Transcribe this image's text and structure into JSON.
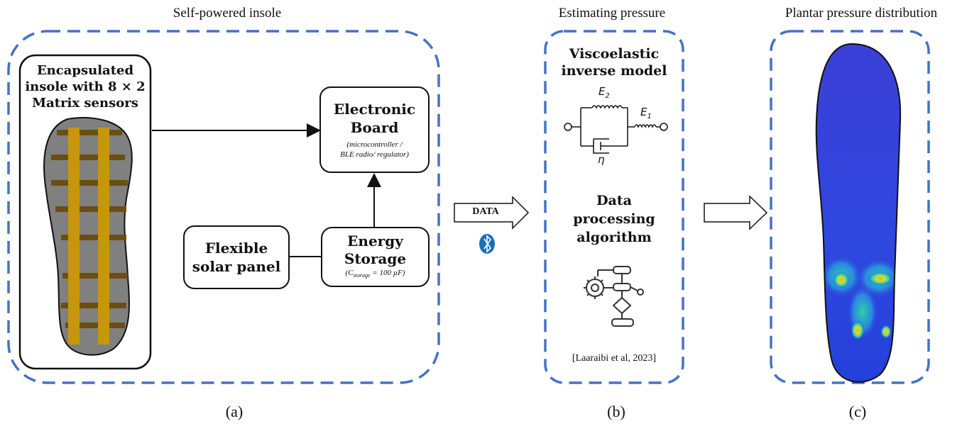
{
  "sections": {
    "a": {
      "title": "Self-powered insole",
      "label": "(a)"
    },
    "b": {
      "title": "Estimating pressure",
      "label": "(b)"
    },
    "c": {
      "title": "Plantar pressure distribution",
      "label": "(c)"
    }
  },
  "insole_box": {
    "text_line1": "Encapsulated",
    "text_line2": "insole with 8 × 2",
    "text_line3": "Matrix sensors"
  },
  "electronic_board": {
    "line1": "Electronic",
    "line2": "Board",
    "sub1": "(microcontroller /",
    "sub2": "BLE radio/ regulator)"
  },
  "solar_panel": {
    "line1": "Flexible",
    "line2": "solar panel"
  },
  "energy_storage": {
    "line1": "Energy",
    "line2": "Storage",
    "sub_prefix": "(C",
    "sub_subscript": "storage",
    "sub_suffix": " = 100 µF)"
  },
  "data_arrow": {
    "label": "DATA"
  },
  "panel_b": {
    "model_line1": "Viscoelastic",
    "model_line2": "inverse model",
    "e2": "E",
    "e2_sub": "2",
    "e1": "E",
    "e1_sub": "1",
    "eta": "η",
    "algo_line1": "Data",
    "algo_line2": "processing",
    "algo_line3": "algorithm",
    "reference": "[Laaraibi et al, 2023]"
  },
  "colors": {
    "dashed_border": "#4472c4",
    "sensor_strip": "#c8960c",
    "sensor_band": "#6b4e16",
    "insole_gray": "#808080",
    "bluetooth": "#1f6fb5",
    "heat_low": "#2a3ad8",
    "heat_high": "#f5c518"
  },
  "icons": [
    "bluetooth-icon",
    "gear-icon",
    "flowchart-icon",
    "spring-icon",
    "dashpot-icon"
  ]
}
